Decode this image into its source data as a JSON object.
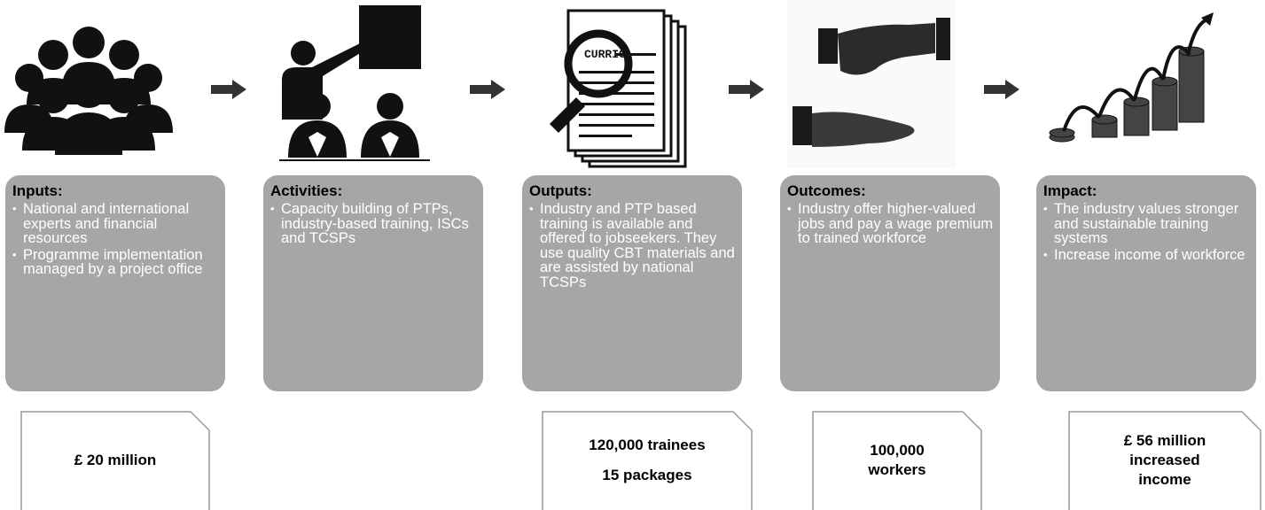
{
  "stages": [
    {
      "title": "Inputs:",
      "bullets": [
        "National and international experts and financial resources",
        "Programme implementation managed by a project office"
      ],
      "result": [
        "£ 20 million"
      ]
    },
    {
      "title": "Activities:",
      "bullets": [
        "Capacity building of PTPs, industry-based training, ISCs and TCSPs"
      ],
      "result": []
    },
    {
      "title": "Outputs:",
      "bullets": [
        "Industry and PTP based training is available and offered to jobseekers. They use quality CBT materials and are assisted by national TCSPs"
      ],
      "result": [
        "120,000 trainees",
        "15 packages"
      ]
    },
    {
      "title": "Outcomes:",
      "bullets": [
        "Industry offer higher-valued jobs and pay a wage premium to trained workforce"
      ],
      "result": [
        "100,000",
        "workers"
      ]
    },
    {
      "title": "Impact:",
      "bullets": [
        "The industry values stronger and sustainable training systems",
        "Increase income of workforce"
      ],
      "result": [
        "£ 56 million",
        "increased",
        "income"
      ]
    }
  ],
  "icons": {
    "stage0": "people-group-icon",
    "stage1": "teacher-presentation-icon",
    "stage2": "curriculum-magnifier-icon",
    "stage3": "handshake-icon",
    "stage4": "coin-growth-icon",
    "curriculum_label": "CURRIC"
  },
  "colors": {
    "box_fill": "#a6a6a6",
    "arrow": "#333333",
    "icon": "#111111"
  }
}
